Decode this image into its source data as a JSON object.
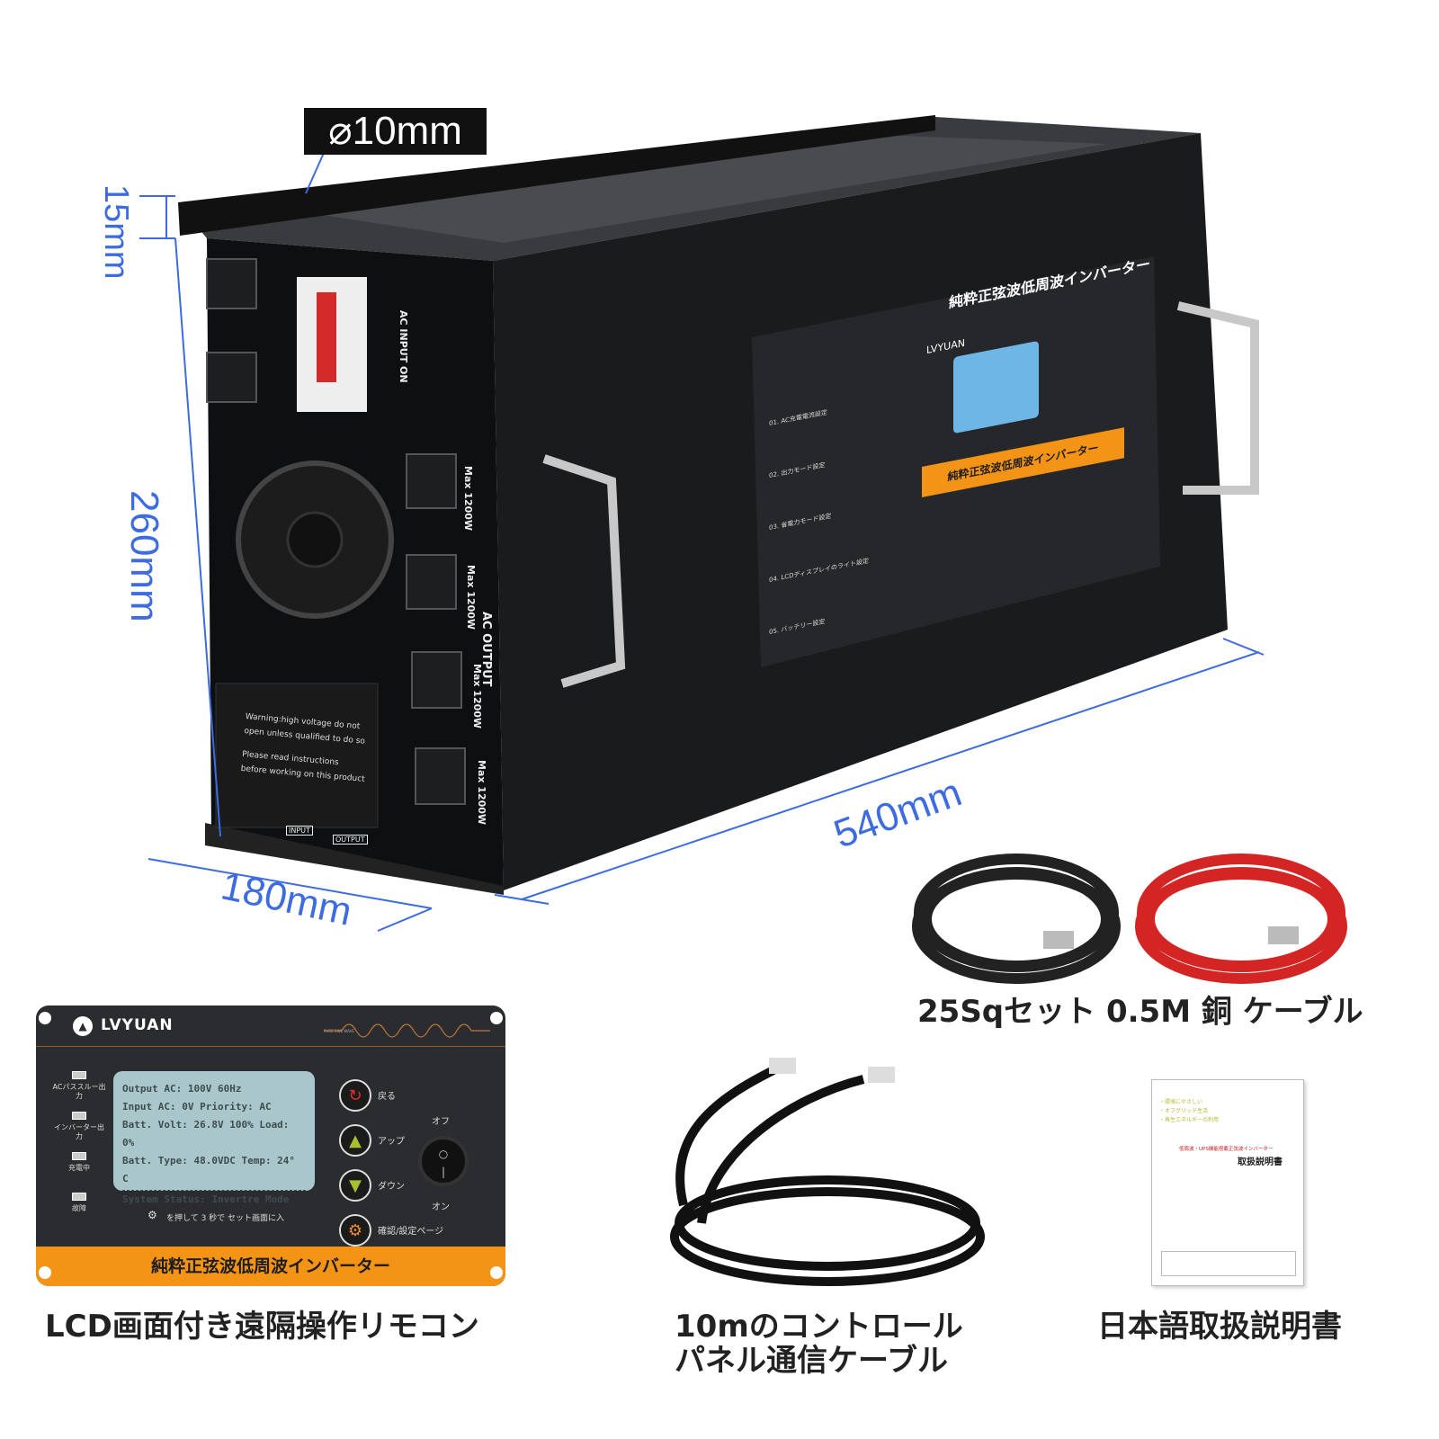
{
  "dimensions": {
    "hole": "⌀10mm",
    "bracket": "15mm",
    "height": "260mm",
    "length": "540mm",
    "depth": "180mm"
  },
  "inverter": {
    "ac_input_label": "AC INPUT ON",
    "ac_output_label": "AC OUTPUT",
    "outlet_ratings": [
      "Max 1200W",
      "Max 1200W",
      "Max 1200W",
      "Max 1200W"
    ],
    "warning": [
      "Warning:high voltage do not",
      "open unless qualified to do so",
      "Please read instructions",
      "before working on this product"
    ],
    "terminal_labels": [
      "INPUT",
      "OUTPUT"
    ],
    "side_panel": {
      "title": "純粋正弦波低周波インバーター",
      "brand": "LVYUAN",
      "settings": [
        "01. AC充電電流設定",
        "02. 出力モード設定",
        "03. 省電力モード設定",
        "04. LCDディスプレイのライト設定",
        "05. バッテリー設定"
      ],
      "banner": "純粋正弦波低周波インバーター"
    }
  },
  "remote": {
    "brand": "LVYUAN",
    "wave_label": "PURE SINE WAVE",
    "lcd_lines": [
      "Output AC: 100V  60Hz",
      "Input   AC:   0V Priority: AC",
      "Batt. Volt: 26.8V 100%  Load: 0%",
      "Batt. Type: 48.0VDC     Temp: 24° C",
      "System Status: Invertre  Mode"
    ],
    "leds": [
      "ACパススルー出力",
      "インバーター出力",
      "充電中",
      "故障"
    ],
    "buttons": [
      "戻る",
      "アップ",
      "ダウン",
      "確認/設定ページ"
    ],
    "switch_off": "オフ",
    "switch_on": "オン",
    "hint": "を押して 3 秒で セット画面に入",
    "banner": "純粋正弦波低周波インバーター"
  },
  "manual": {
    "bullets": [
      "・環境にやさしい",
      "・オフグリッド生活",
      "・再生エネルギーの利用"
    ],
    "subtitle": "低周波・UPS機能搭載正弦波インバーター",
    "title": "取扱説明書"
  },
  "captions": {
    "cables": "25Sqセット  0.5M 銅 ケーブル",
    "remote": "LCD画面付き遠隔操作リモコン",
    "comm_cable_1": "10mのコントロール",
    "comm_cable_2": "パネル通信ケーブル",
    "manual": "日本語取扱説明書"
  }
}
